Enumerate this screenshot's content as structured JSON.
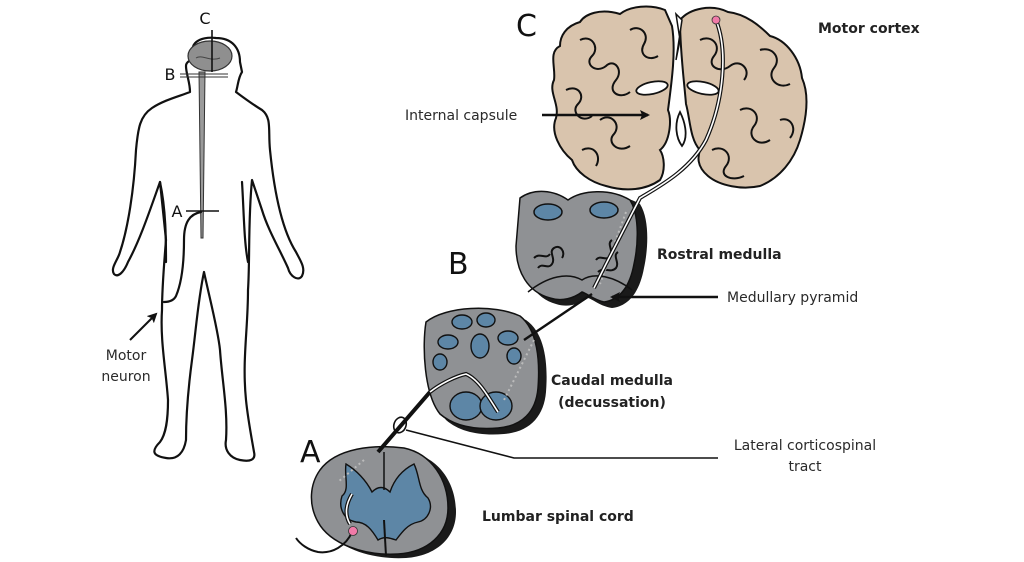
{
  "figure": {
    "title": "Lateral corticospinal tract pathway",
    "colors": {
      "brain_tissue": "#d9c4ad",
      "medulla_gray": "#8f9194",
      "nucleus_blue": "#5d86a6",
      "shadow": "#1a1a1a",
      "neuron_soma": "#f07aa8",
      "line": "#111111"
    }
  },
  "body_figure": {
    "section_labels": {
      "c": "C",
      "b": "B",
      "a": "A"
    },
    "motor_neuron_label_line1": "Motor",
    "motor_neuron_label_line2": "neuron"
  },
  "sections": {
    "c_letter": "C",
    "b_letter": "B",
    "a_letter": "A"
  },
  "labels": {
    "motor_cortex": "Motor cortex",
    "internal_capsule": "Internal capsule",
    "rostral_medulla": "Rostral medulla",
    "medullary_pyramid": "Medullary pyramid",
    "caudal_medulla_line1": "Caudal medulla",
    "caudal_medulla_line2": "(decussation)",
    "lateral_corticospinal_line1": "Lateral corticospinal",
    "lateral_corticospinal_line2": "tract",
    "lumbar_spinal_cord": "Lumbar spinal cord"
  }
}
